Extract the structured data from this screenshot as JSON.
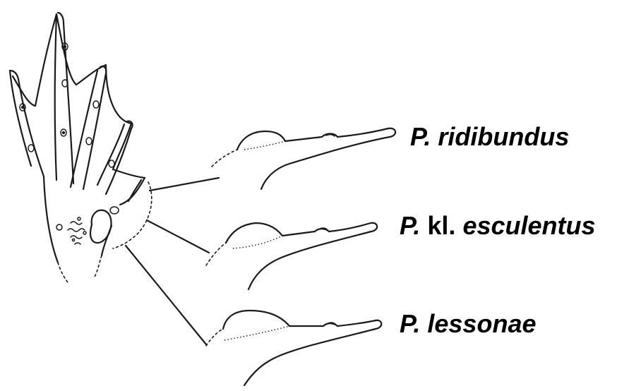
{
  "labels": {
    "ridibundus": {
      "genus": "P.",
      "species": "ridibundus"
    },
    "esculentus": {
      "genus": "P.",
      "kl": "kl.",
      "species": "esculentus"
    },
    "lessonae": {
      "genus": "P.",
      "species": "lessonae"
    }
  }
}
